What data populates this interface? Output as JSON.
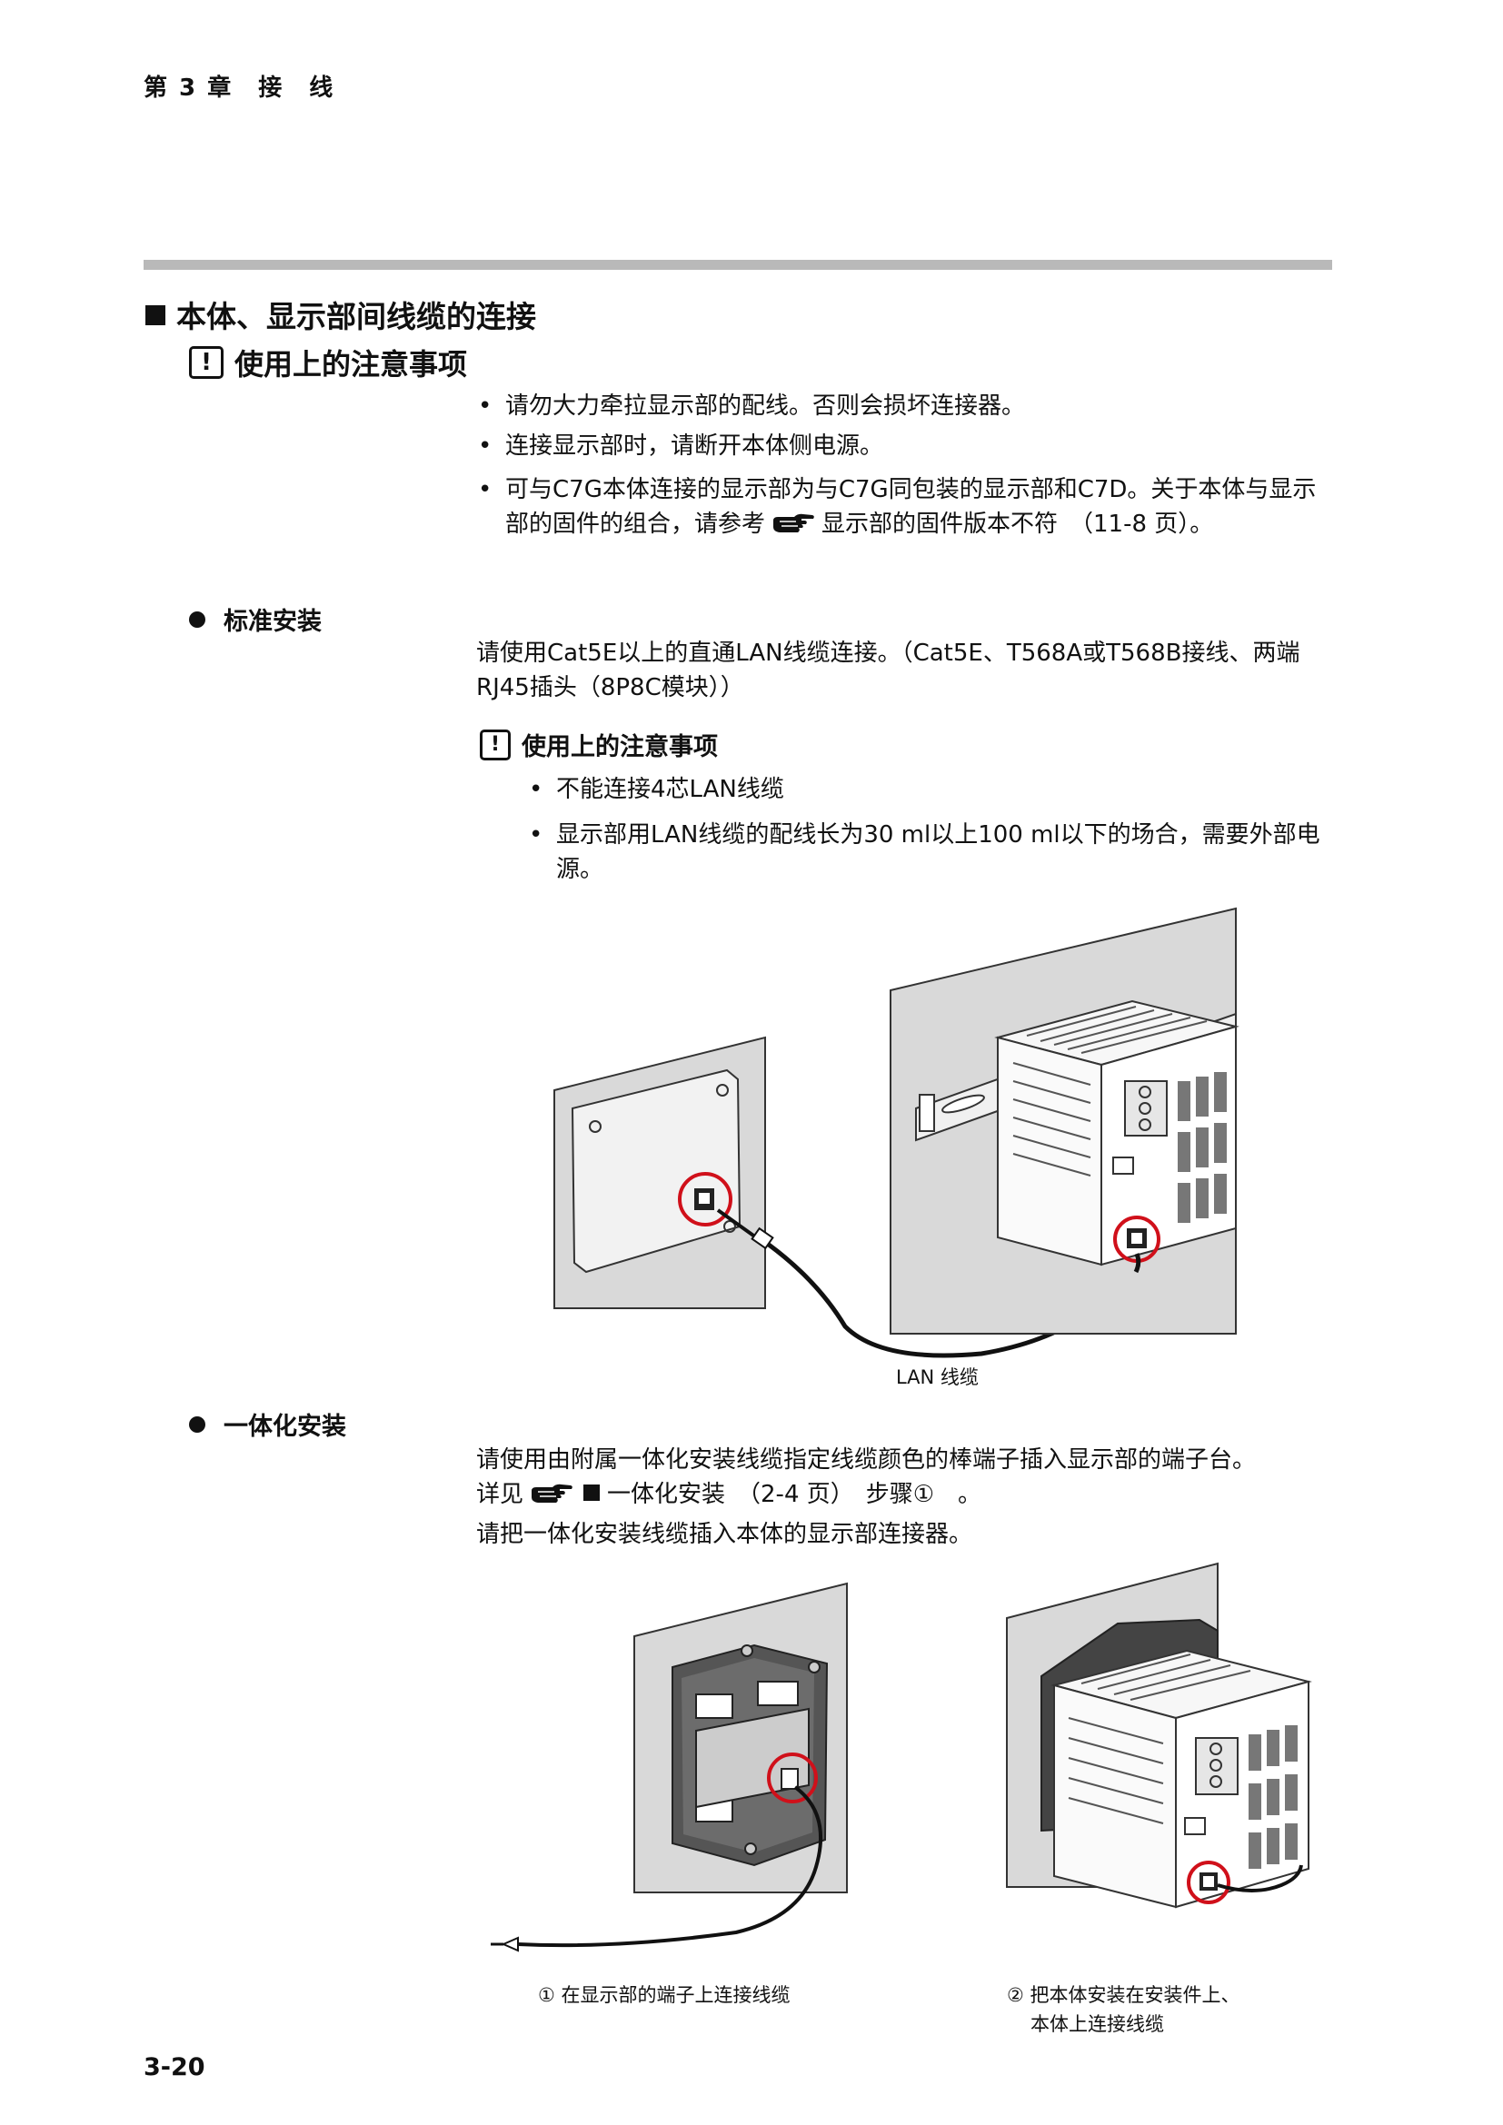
{
  "header": {
    "chapter": "第 3 章　接　线"
  },
  "section": {
    "title": "本体、显示部间线缆的连接"
  },
  "caution_top": {
    "title": "使用上的注意事项",
    "items": [
      "请勿大力牵拉显示部的配线。否则会损坏连接器。",
      "连接显示部时，请断开本体侧电源。"
    ],
    "item3_before": "可与C7G本体连接的显示部为与C7G同包装的显示部和C7D。关于本体与显示部的固件的组合，请参考",
    "item3_after": "显示部的固件版本不符　（11-8 页）。"
  },
  "standard": {
    "title": "标准安装",
    "text": "请使用Cat5E以上的直通LAN线缆连接。（Cat5E、T568A或T568B接线、两端RJ45插头（8P8C模块））",
    "caution_title": "使用上的注意事项",
    "caution_items": [
      "不能连接4芯LAN线缆",
      "显示部用LAN线缆的配线长为30 ml以上100 ml以下的场合，需要外部电源。"
    ],
    "caption": "LAN 线缆"
  },
  "integrated": {
    "title": "一体化安装",
    "line1": "请使用由附属一体化安装线缆指定线缆颜色的棒端子插入显示部的端子台。",
    "line2_before": "详见",
    "line2_ref": "一体化安装　（2-4 页）　步骤①　。",
    "line3": "请把一体化安装线缆插入本体的显示部连接器。",
    "caption1": "① 在显示部的端子上连接线缆",
    "caption2_line1": "② 把本体安装在安装件上、",
    "caption2_line2": "本体上连接线缆"
  },
  "footer": {
    "page": "3-20"
  },
  "icons": [
    "caution-icon",
    "pointing-hand-icon"
  ],
  "colors": {
    "highlight_circle": "#d0101a",
    "panel": "#d9d9d9",
    "rule": "#b9b9b9"
  }
}
